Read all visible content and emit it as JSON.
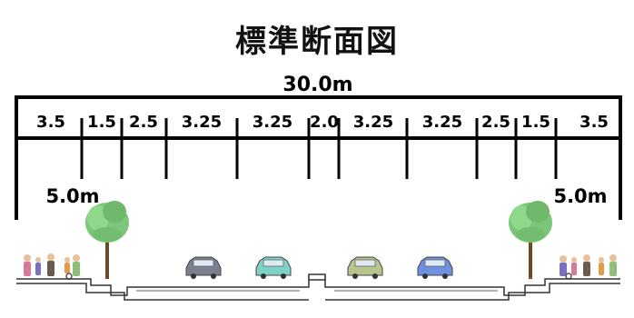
{
  "title": "標準断面図",
  "total_width": "30.0m",
  "segment_labels": [
    "3.5",
    "1.5",
    "2.5",
    "3.25",
    "3.25",
    "2.0",
    "3.25",
    "3.25",
    "2.5",
    "1.5",
    "3.5"
  ],
  "left_setback": "5.0m",
  "right_setback": "5.0m",
  "car_colors": [
    "#7b7f8e",
    "#7fd3c6",
    "#b7c48c",
    "#6f8fe0"
  ],
  "pedestrian_groups": [
    "left-sidewalk-people",
    "right-sidewalk-people"
  ]
}
